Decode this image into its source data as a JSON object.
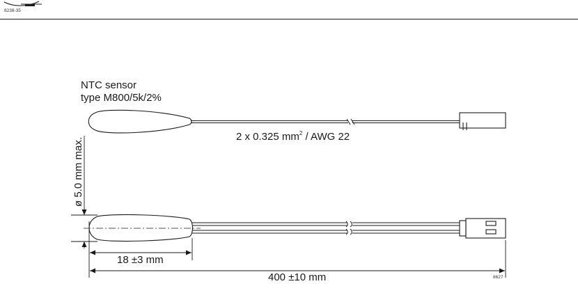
{
  "header": {
    "figure_ref": "8238-35"
  },
  "sensor": {
    "title_line1": "NTC sensor",
    "title_line2": "type M800/5k/2%"
  },
  "cable": {
    "label_prefix": "2 x 0.325 mm",
    "label_sup": "2",
    "label_suffix": " / AWG 22"
  },
  "dimensions": {
    "diameter": "ø 5.0 mm max.",
    "head_length": "18 ±3 mm",
    "total_length": "400 ±10 mm"
  },
  "footer": {
    "figure_ref": "8627"
  }
}
